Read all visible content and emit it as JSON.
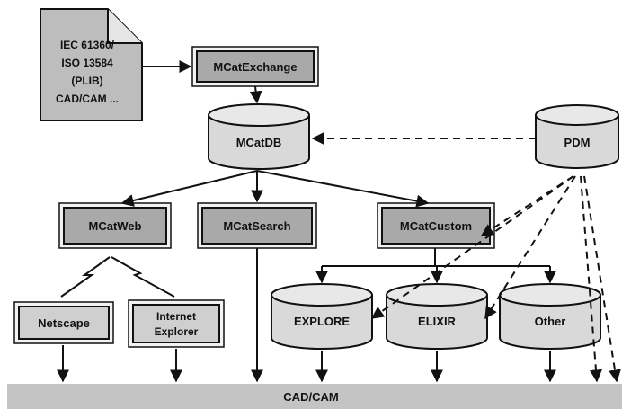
{
  "document": {
    "lines": [
      "IEC 61360/",
      "ISO 13584",
      "(PLIB)",
      "CAD/CAM ..."
    ]
  },
  "nodes": {
    "mcatexchange": "MCatExchange",
    "mcatdb": "MCatDB",
    "pdm": "PDM",
    "mcatweb": "MCatWeb",
    "mcatsearch": "MCatSearch",
    "mcatcustom": "MCatCustom",
    "netscape": "Netscape",
    "internet_explorer": [
      "Internet",
      "Explorer"
    ],
    "explore": "EXPLORE",
    "elixir": "ELIXIR",
    "other": "Other"
  },
  "bottom_bar": "CAD/CAM",
  "colors": {
    "box_dark": "#a9a9a9",
    "box_light": "#cfcfcf",
    "db_fill": "#d9d9d9",
    "bar": "#c4c4c4",
    "doc_fill": "#bdbdbd",
    "line": "#111111"
  }
}
